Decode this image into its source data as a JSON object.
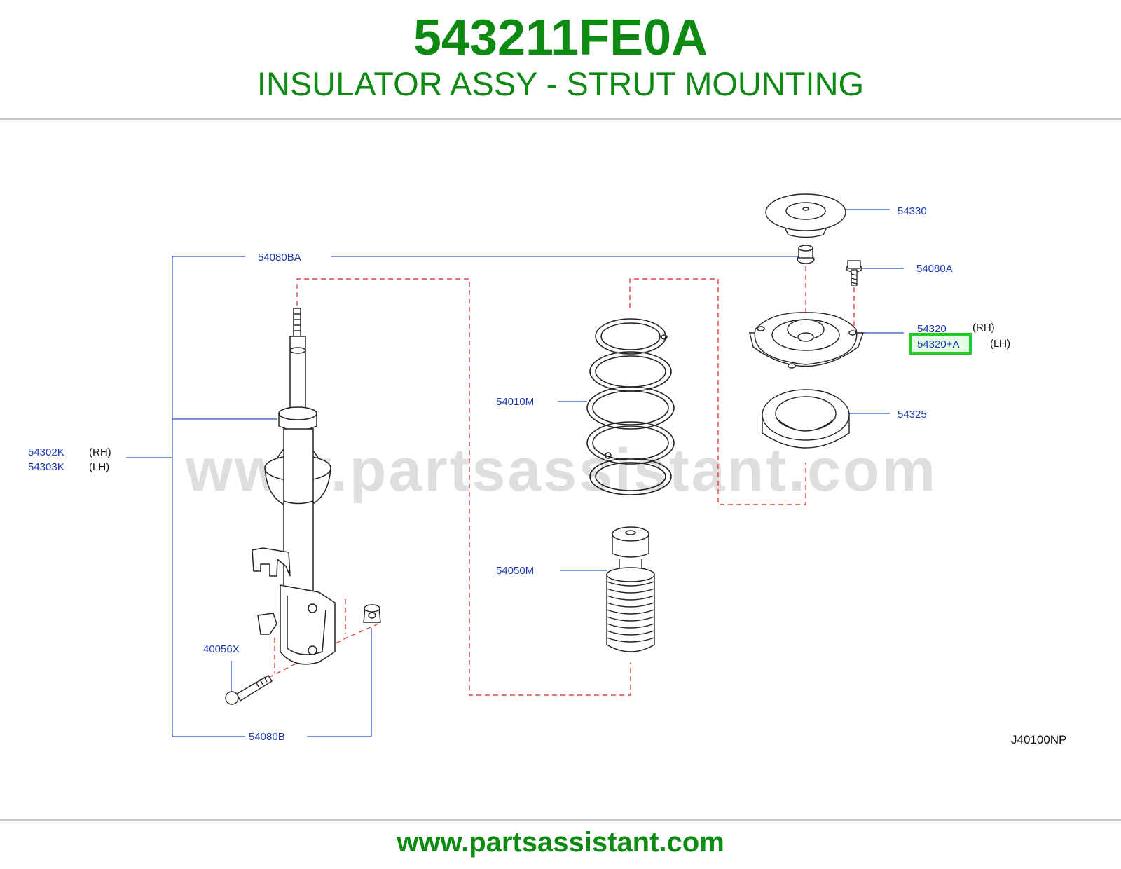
{
  "header": {
    "part_number": "543211FE0A",
    "description": "INSULATOR ASSY - STRUT MOUNTING"
  },
  "diagram": {
    "watermark": "www.partsassistant.com",
    "reference": "J40100NP",
    "callouts": {
      "c54330": "54330",
      "c54080BA": "54080BA",
      "c54080A": "54080A",
      "c54320": "54320",
      "c54320A": "54320+A",
      "c54325": "54325",
      "c54010M": "54010M",
      "c54050M": "54050M",
      "c54302K": "54302K",
      "c54303K": "54303K",
      "c40056X": "40056X",
      "c54080B": "54080B"
    },
    "sides": {
      "rh": "(RH)",
      "lh": "(LH)"
    },
    "highlight_color": "#22cc22",
    "callout_color": "#1a3bb0",
    "dash_color": "#e04040"
  },
  "footer": {
    "url": "www.partsassistant.com"
  },
  "colors": {
    "brand_green": "#0d8a12"
  }
}
